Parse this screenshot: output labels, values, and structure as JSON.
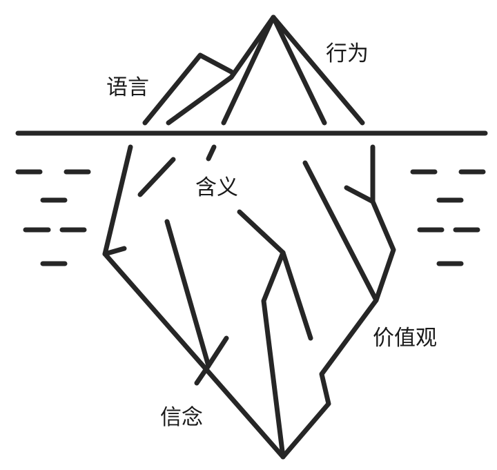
{
  "diagram": {
    "labels": {
      "behavior": "行为",
      "language": "语言",
      "meaning": "含义",
      "values": "价值观",
      "beliefs": "信念"
    },
    "colors": {
      "line": "#262626",
      "text": "#1a1a1a",
      "background": "#ffffff"
    }
  }
}
